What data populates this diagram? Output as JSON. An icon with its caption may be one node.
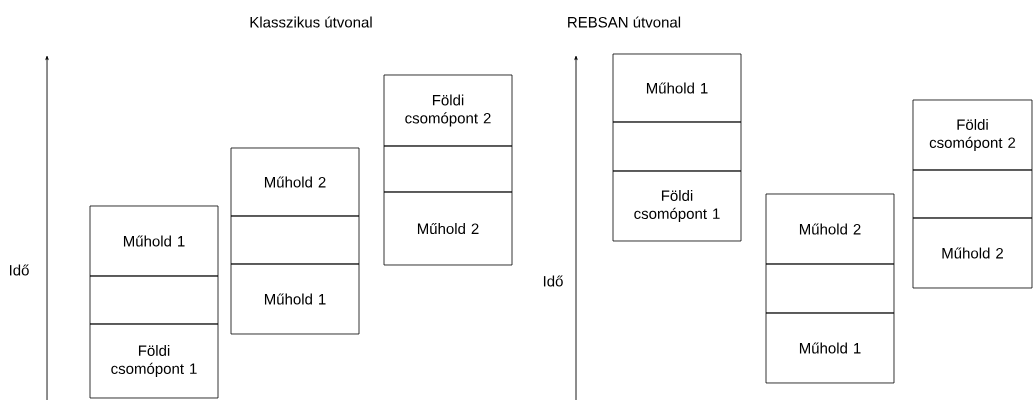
{
  "diagram": {
    "nodes": [
      {
        "text": [
          "Műhold 1"
        ]
      },
      {
        "text": [],
        "shape": "box"
      },
      {
        "text": [
          "Földi csomópont 1"
        ]
      },
      {
        "text": [
          "Műhold 2"
        ]
      },
      {
        "text": [],
        "shape": "box"
      },
      {
        "text": [
          "Műhold 1"
        ]
      },
      {
        "text": [
          "Földi csomópont 2"
        ]
      },
      {
        "text": [],
        "shape": "box"
      },
      {
        "text": [
          "Műhold 2"
        ]
      },
      {
        "text": [
          "Műhold 1"
        ]
      },
      {
        "text": [],
        "shape": "box"
      },
      {
        "text": [
          "Földi csomópont 1"
        ]
      },
      {
        "text": [
          "Műhold 2"
        ]
      },
      {
        "text": [],
        "shape": "box"
      },
      {
        "text": [
          "Műhold 1"
        ]
      },
      {
        "text": [
          "Földi csomópont 2"
        ]
      },
      {
        "text": [],
        "shape": "box"
      },
      {
        "text": [
          "Műhold 2"
        ]
      }
    ],
    "labels": [
      "Klasszikus útvonal",
      "REBSAN útvonal",
      "Idő",
      "Idő"
    ]
  }
}
